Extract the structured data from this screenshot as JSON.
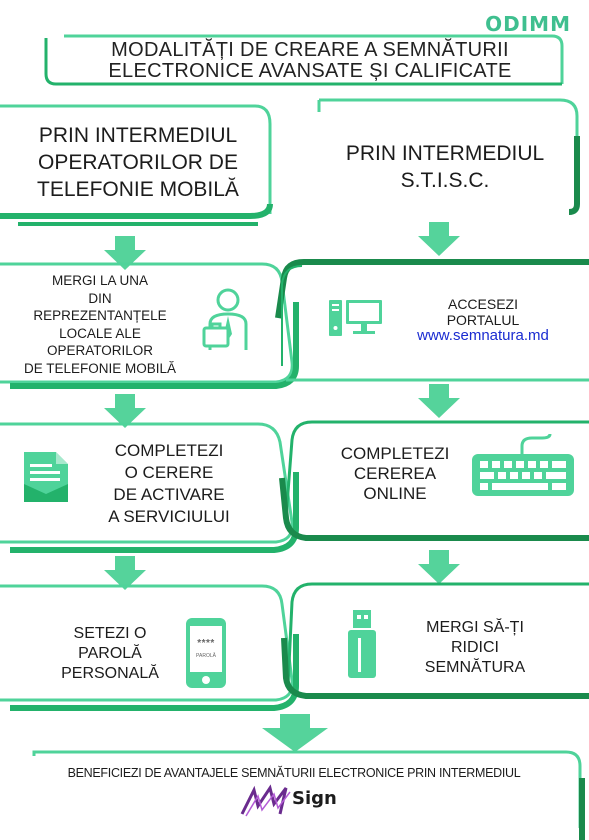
{
  "logo": "ODIMM",
  "title": {
    "line1": "MODALITĂȚI DE CREARE A SEMNĂTURII",
    "line2": "ELECTRONICE AVANSATE ȘI CALIFICATE"
  },
  "left_column": {
    "heading": [
      "PRIN INTERMEDIUL",
      "OPERATORILOR DE",
      "TELEFONIE MOBILĂ"
    ],
    "step1": [
      "MERGI LA UNA",
      "DIN",
      "REPREZENTANȚELE",
      "LOCALE ALE",
      "OPERATORILOR",
      "DE TELEFONIE MOBILĂ"
    ],
    "step2": [
      "COMPLETEZI",
      "O CERERE",
      "DE ACTIVARE",
      "A SERVICIULUI"
    ],
    "step3": [
      "SETEZI O",
      "PAROLĂ",
      "PERSONALĂ"
    ],
    "phone_screen": {
      "stars": "****",
      "label": "PAROLĂ"
    }
  },
  "right_column": {
    "heading": [
      "PRIN INTERMEDIUL",
      "S.T.I.S.C."
    ],
    "step1": [
      "ACCESEZI",
      "PORTALUL"
    ],
    "step1_link": "www.semnatura.md",
    "step2": [
      "COMPLETEZI",
      "CEREREA",
      "ONLINE"
    ],
    "step3": [
      "MERGI SĂ-ȚI",
      "RIDICI",
      "SEMNĂTURA"
    ]
  },
  "footer": {
    "text": "BENEFICIEZI DE AVANTAJELE SEMNĂTURII ELECTRONICE PRIN INTERMEDIUL",
    "brand": "Sign"
  },
  "colors": {
    "green_light": "#4fd39a",
    "green_mid": "#23b26b",
    "green_dark": "#1a8a4c",
    "arrow": "#55d39b",
    "icon_gray": "#b9c1c4",
    "link": "#1a2bd1",
    "brand_purple": "#6a2b8e"
  }
}
